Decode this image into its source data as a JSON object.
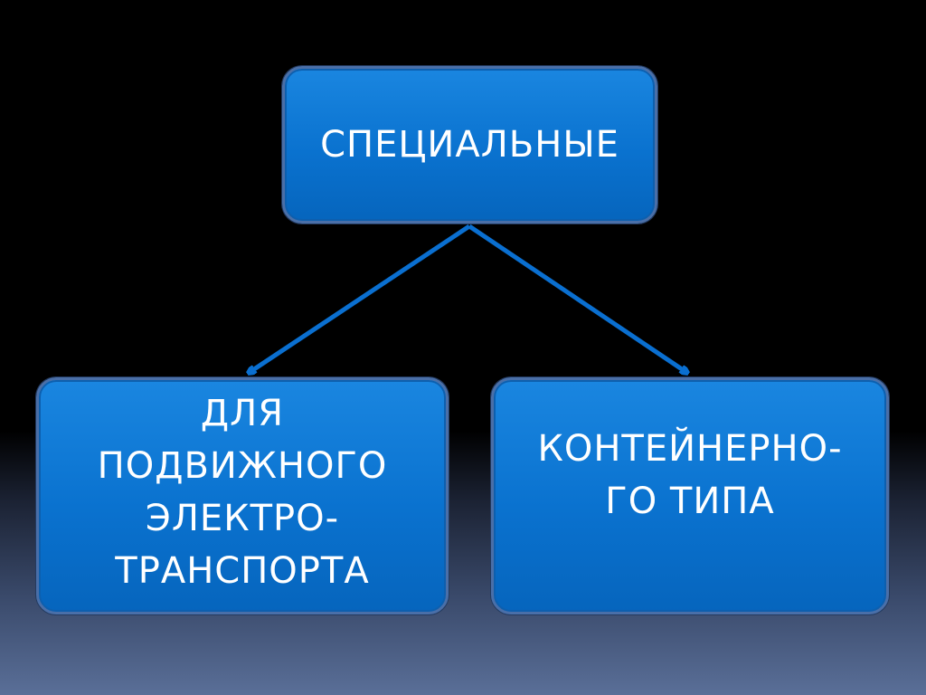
{
  "diagram": {
    "root": {
      "label": "СПЕЦИАЛЬНЫЕ"
    },
    "children": [
      {
        "label": "ДЛЯ\nПОДВИЖНОГО\nЭЛЕКТРО-\nТРАНСПОРТА"
      },
      {
        "label": "КОНТЕЙНЕРНО-\nГО ТИПА"
      }
    ]
  },
  "colors": {
    "box_fill": "#0a72cf",
    "box_border": "#4a6fa8",
    "arrow": "#0a6fd0",
    "text": "#ffffff"
  }
}
